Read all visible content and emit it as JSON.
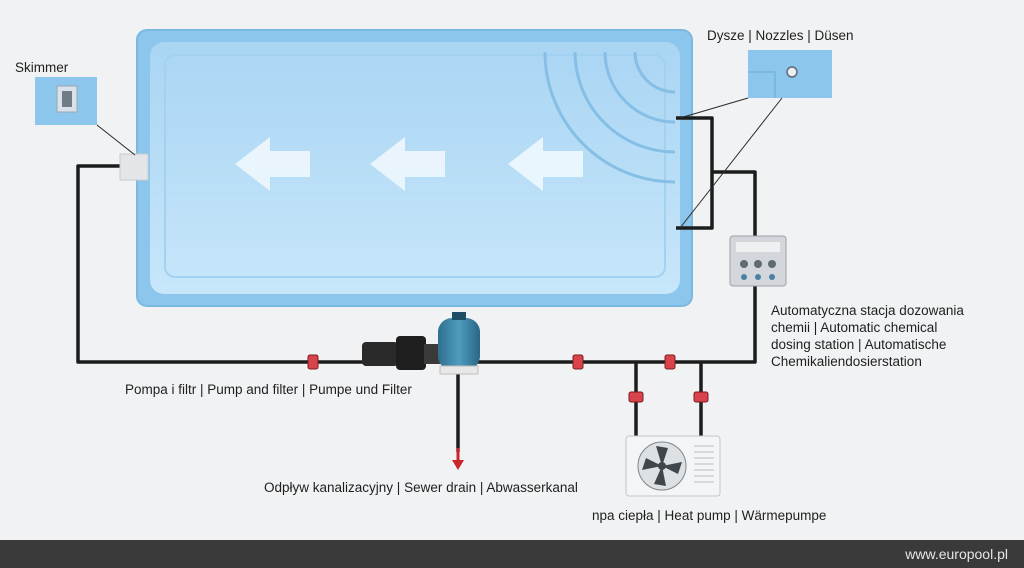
{
  "labels": {
    "skimmer": "Skimmer",
    "nozzles": "Dysze | Nozzles | Düsen",
    "dosing_line1": "Automatyczna stacja dozowania",
    "dosing_line2": "chemii | Automatic chemical",
    "dosing_line3": "dosing station | Automatische",
    "dosing_line4": "Chemikaliendosierstation",
    "pump_filter": "Pompa i filtr | Pump and filter | Pumpe und Filter",
    "sewer_drain": "Odpływ kanalizacyjny | Sewer drain | Abwasserkanal",
    "heat_pump": "npa ciepła | Heat pump | Wärmepumpe"
  },
  "footer": {
    "url": "www.europool.pl"
  },
  "colors": {
    "pool_outer": "#8cc6ec",
    "pool_inner": "#b6dcf5",
    "pipe": "#1c1c1c",
    "valve": "#d9434b",
    "drain_arrow": "#c9252b",
    "footer_bg": "#3a3a3a"
  }
}
